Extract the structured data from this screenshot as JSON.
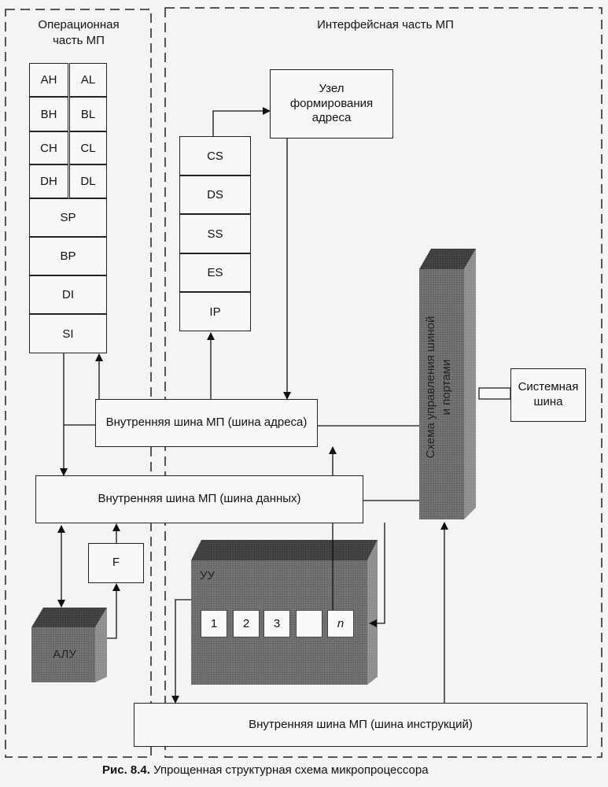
{
  "regions": {
    "operational": {
      "title_line1": "Операционная",
      "title_line2": "часть МП"
    },
    "interface": {
      "title": "Интерфейсная часть МП"
    }
  },
  "registers": {
    "paired": [
      {
        "high": "AH",
        "low": "AL"
      },
      {
        "high": "BH",
        "low": "BL"
      },
      {
        "high": "CH",
        "low": "CL"
      },
      {
        "high": "DH",
        "low": "DL"
      }
    ],
    "single": [
      "SP",
      "BP",
      "DI",
      "SI"
    ]
  },
  "segment_registers": [
    "CS",
    "DS",
    "SS",
    "ES",
    "IP"
  ],
  "address_unit": {
    "line1": "Узел",
    "line2": "формирования",
    "line3": "адреса"
  },
  "buses": {
    "address": "Внутренняя шина МП (шина адреса)",
    "data": "Внутренняя шина МП (шина данных)",
    "instruction": "Внутренняя шина МП (шина инструкций)"
  },
  "bus_control": {
    "line1": "Схема управления шиной",
    "line2": "и портами"
  },
  "system_bus": {
    "line1": "Системная",
    "line2": "шина"
  },
  "flags": {
    "label": "F"
  },
  "alu": {
    "label": "АЛУ"
  },
  "control_unit": {
    "label": "УУ",
    "queue_slots": [
      "1",
      "2",
      "3",
      "",
      "n"
    ]
  },
  "caption": {
    "number": "Рис. 8.4.",
    "text": " Упрощенная структурная схема микропроцессора"
  }
}
